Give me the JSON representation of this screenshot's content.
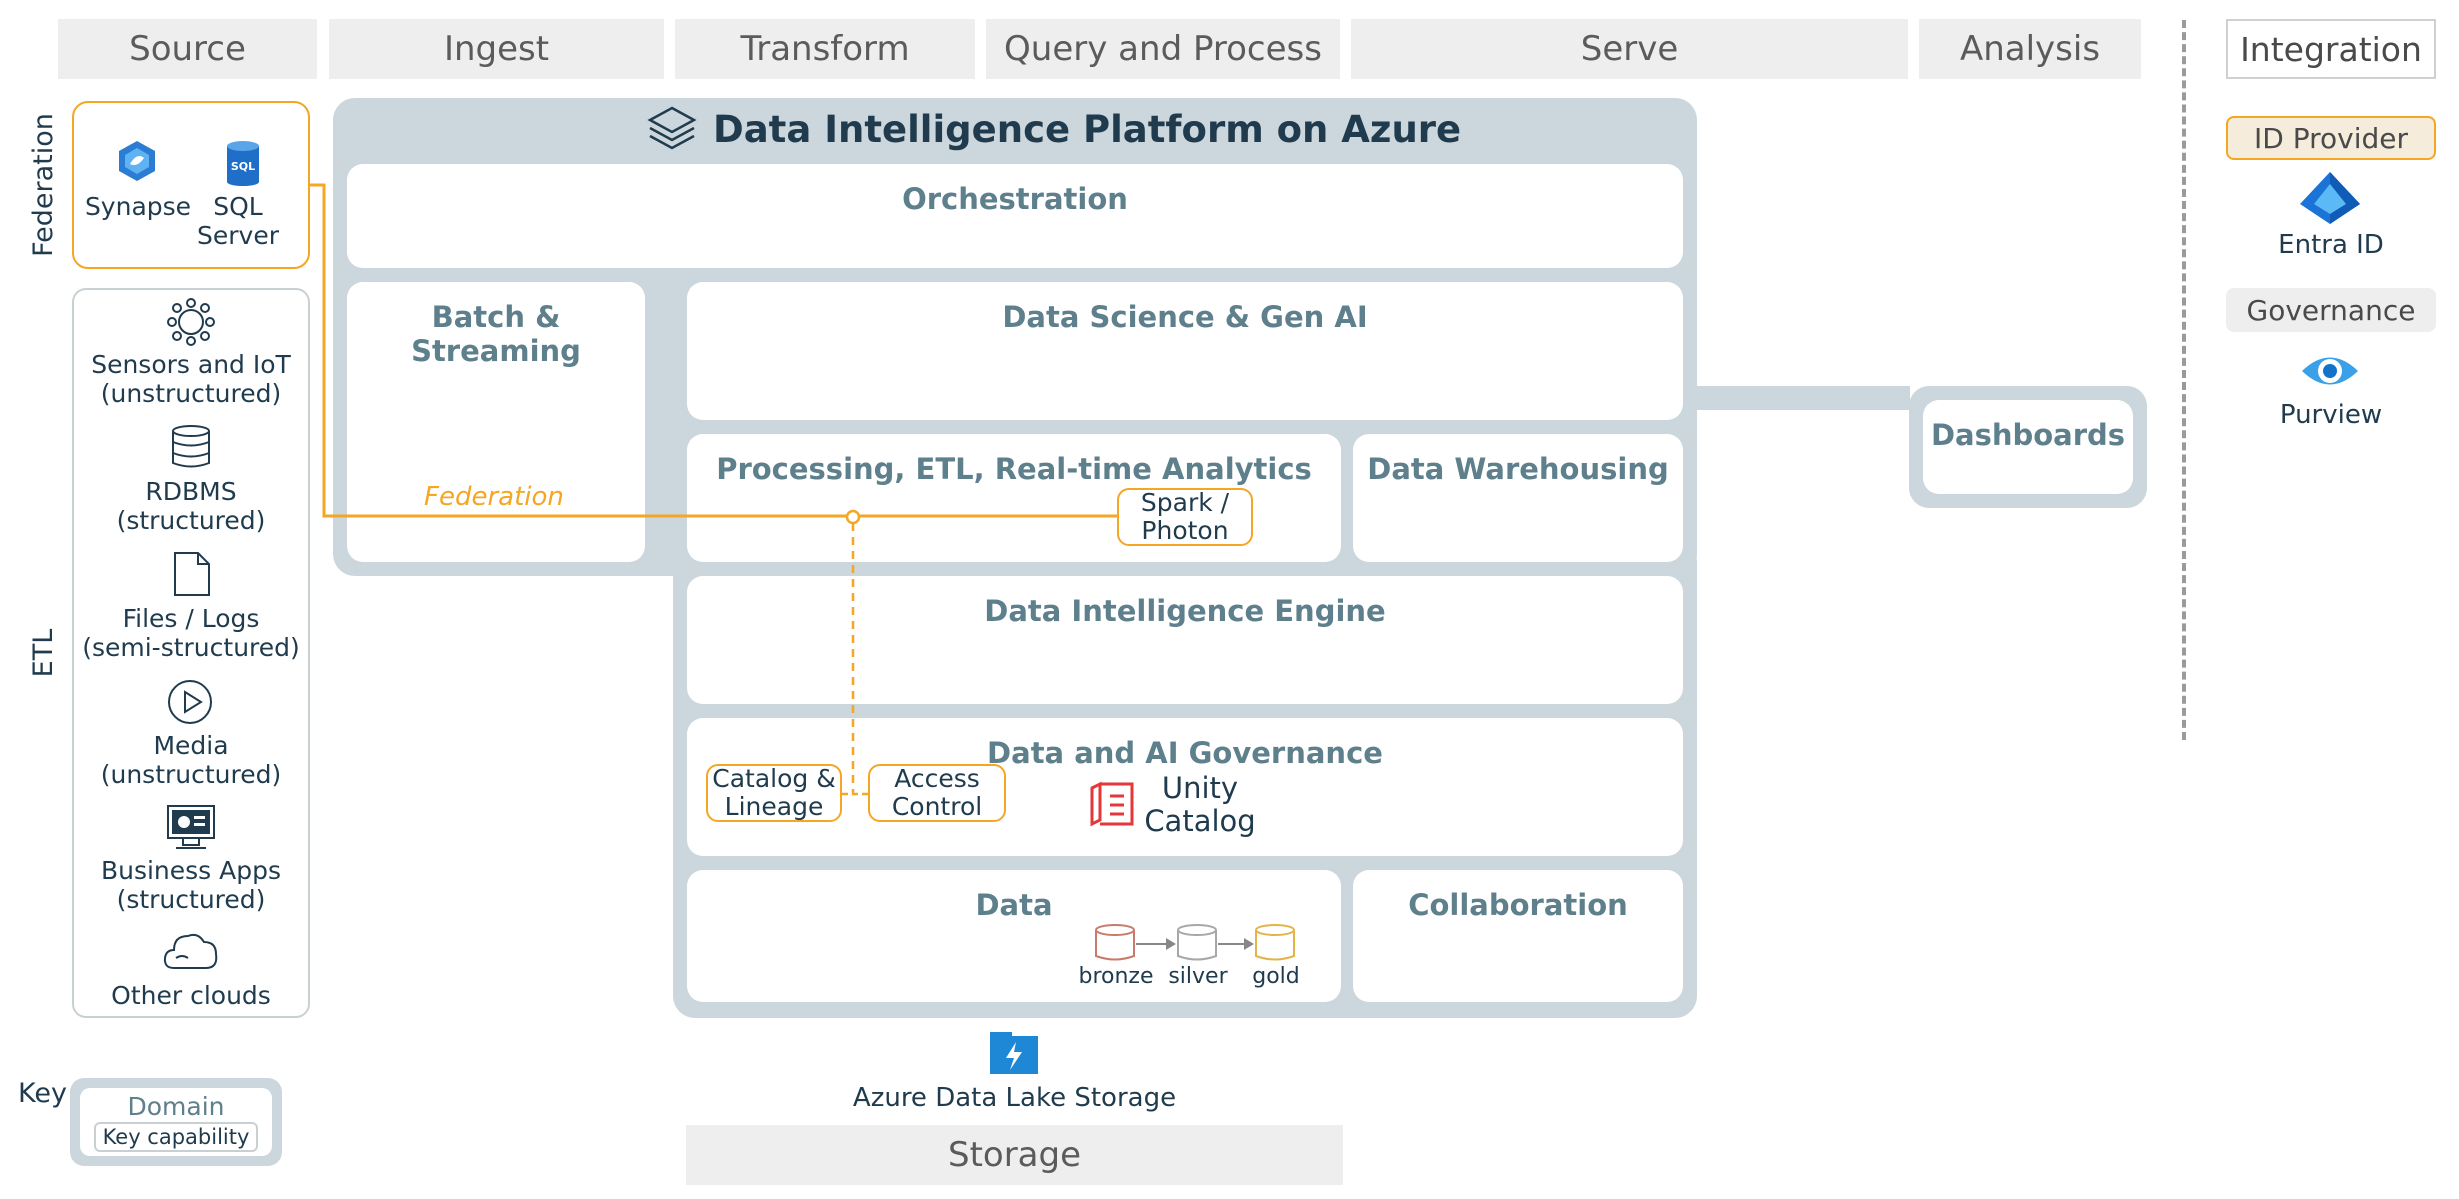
{
  "stages": {
    "source": "Source",
    "ingest": "Ingest",
    "transform": "Transform",
    "query": "Query and Process",
    "serve": "Serve",
    "analysis": "Analysis",
    "integration": "Integration",
    "storage": "Storage"
  },
  "platform": {
    "title": "Data Intelligence Platform on Azure",
    "orchestration": "Orchestration",
    "batch": "Batch & Streaming",
    "ds": "Data Science & Gen AI",
    "processing": "Processing, ETL, Real-time Analytics",
    "warehousing": "Data Warehousing",
    "engine": "Data Intelligence Engine",
    "governance": "Data and AI Governance",
    "data": "Data",
    "collaboration": "Collaboration",
    "dashboards": "Dashboards"
  },
  "capabilities": {
    "spark": [
      "Spark /",
      "Photon"
    ],
    "catalog": [
      "Catalog &",
      "Lineage"
    ],
    "access": [
      "Access",
      "Control"
    ],
    "unity": [
      "Unity",
      "Catalog"
    ]
  },
  "medallion": {
    "bronze": "bronze",
    "silver": "silver",
    "gold": "gold"
  },
  "federation_label": "Federation",
  "side_labels": {
    "federation": "Federation",
    "etl": "ETL",
    "key": "Key"
  },
  "federation_sources": {
    "synapse": "Synapse",
    "sql": [
      "SQL",
      "Server"
    ]
  },
  "etl_sources": [
    [
      "Sensors and IoT",
      "(unstructured)"
    ],
    [
      "RDBMS",
      "(structured)"
    ],
    [
      "Files / Logs",
      "(semi-structured)"
    ],
    [
      "Media",
      "(unstructured)"
    ],
    [
      "Business Apps",
      "(structured)"
    ],
    [
      "Other clouds"
    ]
  ],
  "storage_label": "Azure Data Lake Storage",
  "integration": {
    "id_provider": "ID Provider",
    "entra": "Entra ID",
    "governance": "Governance",
    "purview": "Purview"
  },
  "key": {
    "domain": "Domain",
    "capability": "Key capability"
  },
  "colors": {
    "accent": "#f5a623",
    "panel": "#ccd6dd",
    "domain_text": "#5e7f8c",
    "text": "#1f3b4d",
    "unity_red": "#e5373a",
    "azure_blue": "#0078d4"
  }
}
